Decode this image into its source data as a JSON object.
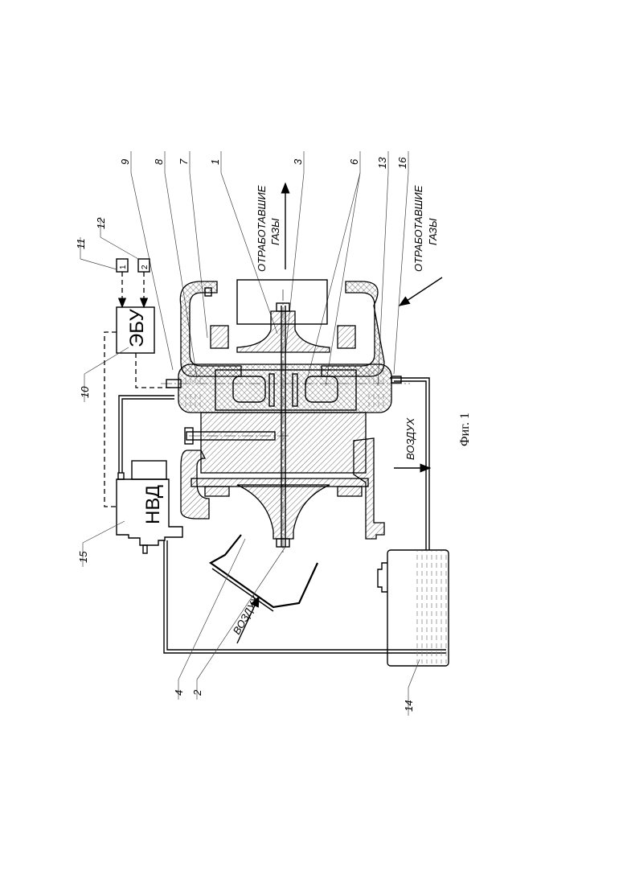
{
  "figure": {
    "caption": "Фиг. 1",
    "orientation": "rotated 90° counter-clockwise (text reads bottom-to-top)"
  },
  "blocks": {
    "ecu": {
      "label": "ЭБУ",
      "ref": "10"
    },
    "pump": {
      "label": "НВД",
      "ref": "15"
    },
    "sensor1": {
      "label": "1",
      "ref": "11"
    },
    "sensor2": {
      "label": "2",
      "ref": "12"
    },
    "tank": {
      "ref": "14"
    }
  },
  "flow_labels": {
    "exhaust_out": [
      "ОТРАБОТАВШИЕ",
      "ГАЗЫ"
    ],
    "exhaust_in": [
      "ОТРАБОТАВШИЕ",
      "ГАЗЫ"
    ],
    "air_in": "ВОЗДУХ",
    "air_out": "ВОЗДУХ"
  },
  "reference_numbers": {
    "top_row": [
      "9",
      "8",
      "7",
      "1",
      "3",
      "6",
      "13",
      "16"
    ],
    "left_column": [
      "11",
      "12",
      "10",
      "15"
    ],
    "bottom_row": [
      "4",
      "2",
      "14"
    ]
  }
}
